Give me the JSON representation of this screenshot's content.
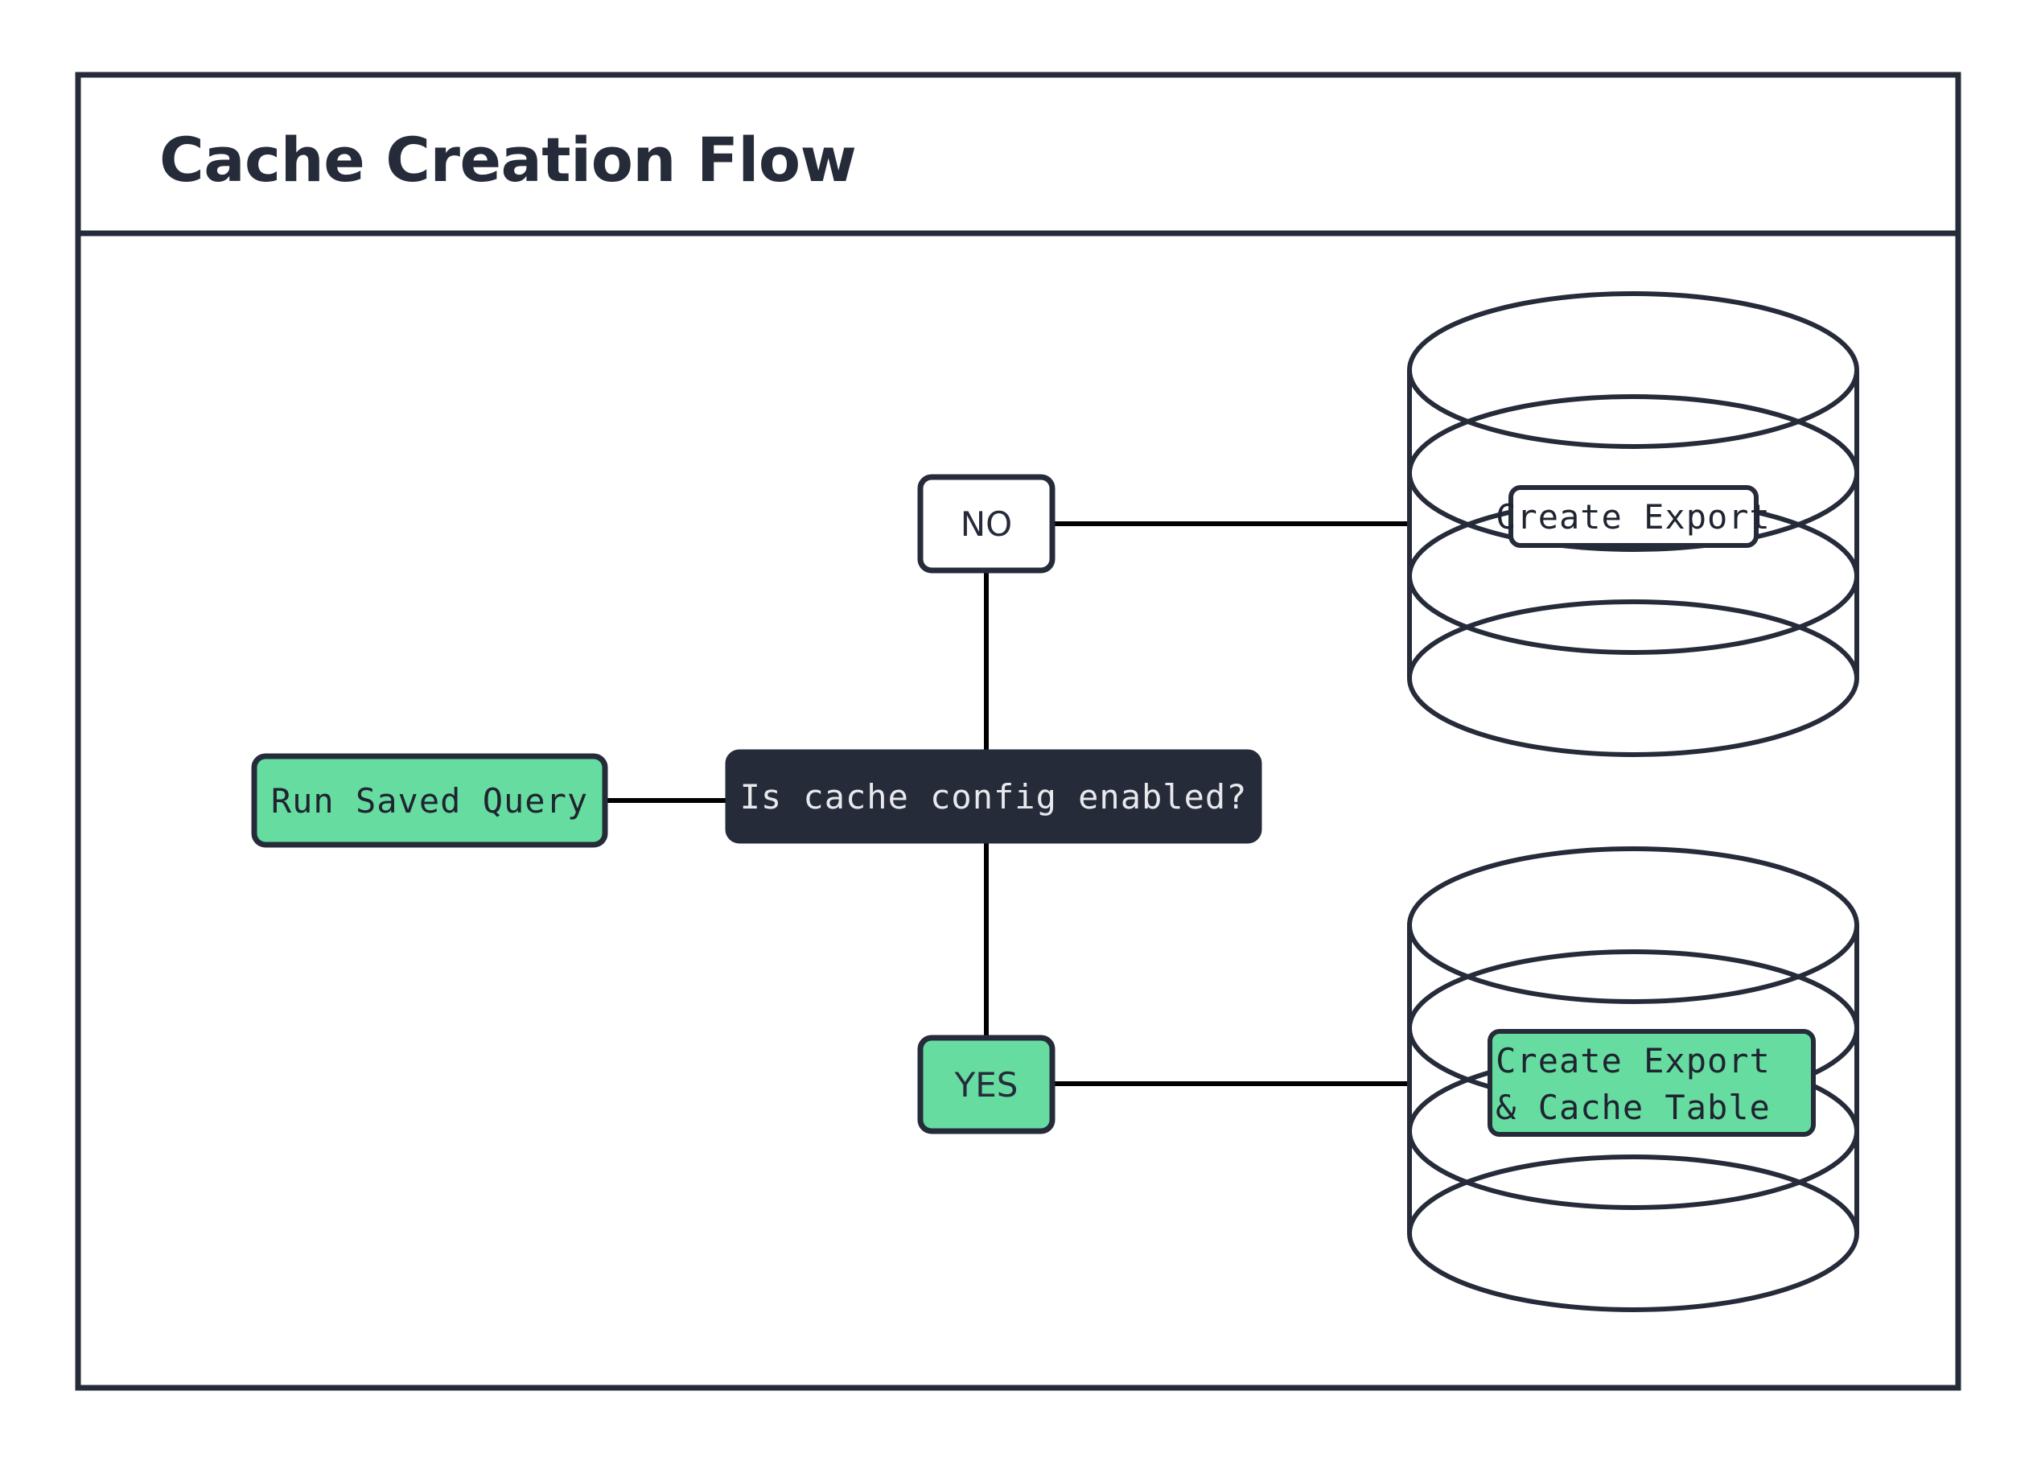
{
  "diagram": {
    "title": "Cache Creation Flow",
    "type": "flowchart",
    "colors": {
      "stroke": "#262b3a",
      "green_fill": "#66dca1",
      "dark_fill": "#262b3a",
      "white_fill": "#ffffff",
      "dark_text": "#1f2430",
      "light_text": "#e8e9ed",
      "connector": "#000000",
      "background": "#ffffff"
    },
    "nodes": {
      "start": {
        "id": "run-saved-query",
        "label": "Run Saved Query",
        "shape": "rounded-rect",
        "fill": "green"
      },
      "decision": {
        "id": "is-cache-config-enabled",
        "label": "Is cache config enabled?",
        "shape": "rounded-rect",
        "fill": "dark"
      },
      "branch_no": {
        "id": "branch-no",
        "label": "NO",
        "shape": "rounded-rect",
        "fill": "white"
      },
      "branch_yes": {
        "id": "branch-yes",
        "label": "YES",
        "shape": "rounded-rect",
        "fill": "green"
      },
      "database_top": {
        "id": "database-create-export",
        "shape": "cylinder",
        "label_lines": [
          "Create Export"
        ],
        "label_fill": "white"
      },
      "database_bottom": {
        "id": "database-create-export-cache-table",
        "shape": "cylinder",
        "label_lines": [
          "Create Export",
          "& Cache Table"
        ],
        "label_fill": "green"
      }
    },
    "edges": [
      {
        "from": "run-saved-query",
        "to": "is-cache-config-enabled",
        "label": ""
      },
      {
        "from": "is-cache-config-enabled",
        "to": "branch-no",
        "label": ""
      },
      {
        "from": "branch-no",
        "to": "database-create-export",
        "label": ""
      },
      {
        "from": "is-cache-config-enabled",
        "to": "branch-yes",
        "label": ""
      },
      {
        "from": "branch-yes",
        "to": "database-create-export-cache-table",
        "label": ""
      }
    ]
  }
}
